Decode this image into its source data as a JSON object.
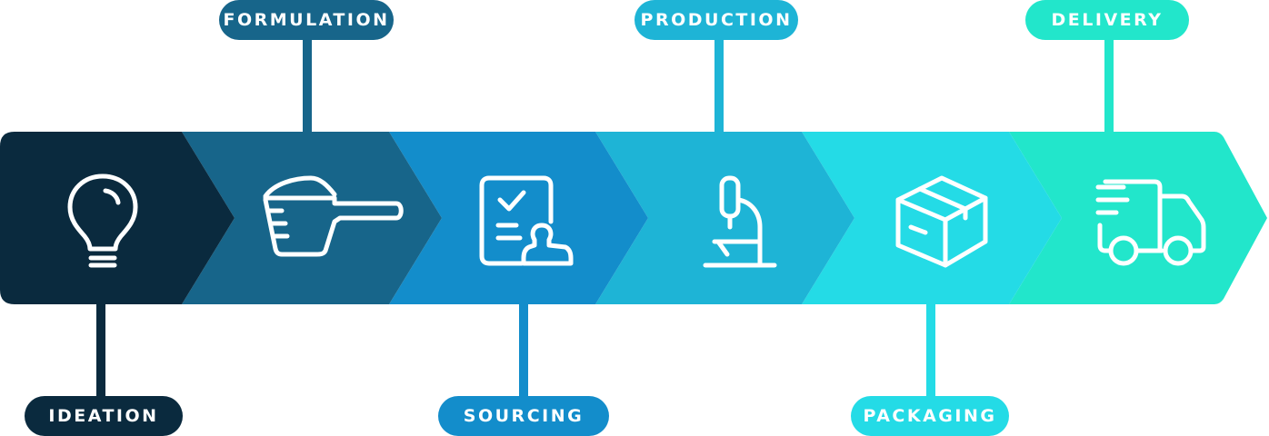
{
  "stages": [
    {
      "label": "IDEATION",
      "color": "#0a2a3e",
      "icon": "lightbulb-icon"
    },
    {
      "label": "FORMULATION",
      "color": "#17658a",
      "icon": "measuring-scoop-icon"
    },
    {
      "label": "SOURCING",
      "color": "#138dcb",
      "icon": "clipboard-approval-icon"
    },
    {
      "label": "PRODUCTION",
      "color": "#1eb4d6",
      "icon": "microscope-icon"
    },
    {
      "label": "PACKAGING",
      "color": "#24dbe6",
      "icon": "package-box-icon"
    },
    {
      "label": "DELIVERY",
      "color": "#22e6cb",
      "icon": "delivery-truck-icon"
    }
  ]
}
